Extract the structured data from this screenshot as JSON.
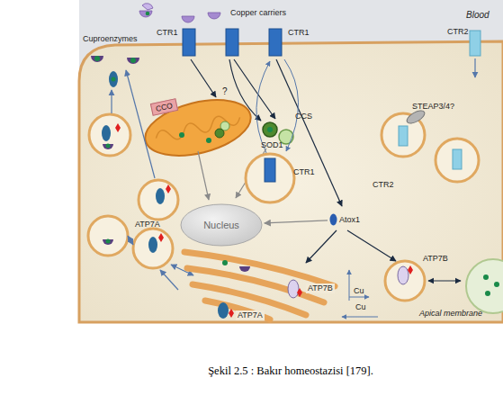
{
  "diagram": {
    "caption": "Şekil 2.5 : Bakır homeostazisi [179].",
    "nodes": [
      {
        "text": [
          "CCO"
        ]
      },
      {
        "text": [
          "Nucleus"
        ]
      },
      {
        "text": [
          "Atox1"
        ]
      }
    ],
    "edges": [
      {
        "from": 2,
        "to": 1,
        "arrow": "to"
      }
    ],
    "labels": [
      "Copper carriers",
      "Blood",
      "Cuproenzymes",
      "CTR1",
      "CTR1",
      "CTR2",
      "?",
      "SOD1",
      "CCS",
      "CTR1",
      "STEAP3/4?",
      "CTR2",
      "ATP7A",
      "ATP7B",
      "Cu",
      "Cu",
      "ATP7B",
      "ATP7A",
      "Apical membrane"
    ]
  }
}
